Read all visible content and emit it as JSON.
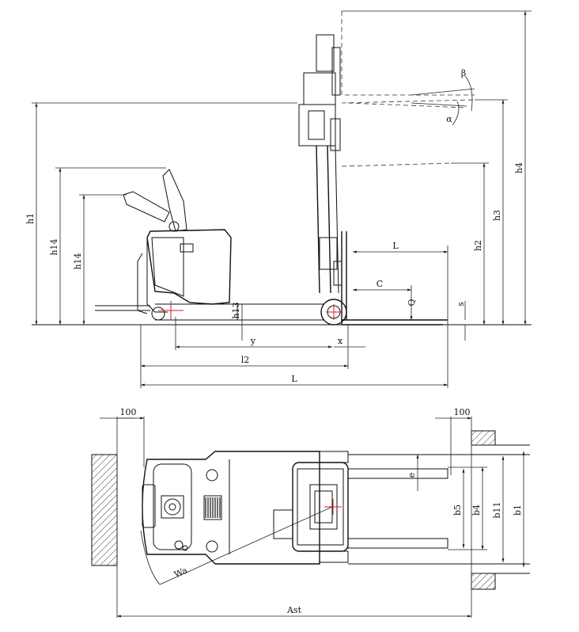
{
  "side_view": {
    "labels": {
      "h1": "h1",
      "h14_outer": "h14",
      "h14_inner": "h14",
      "h2": "h2",
      "h3": "h3",
      "h4": "h4",
      "h13": "h13",
      "L_top": "L",
      "C": "C",
      "Q": "Q",
      "s": "s",
      "y": "y",
      "x": "x",
      "l2": "l2",
      "L_bottom": "L",
      "alpha": "α",
      "beta": "β"
    }
  },
  "top_view": {
    "labels": {
      "clearance_left": "100",
      "clearance_right": "100",
      "e": "e",
      "b5": "b5",
      "b4": "b4",
      "b11": "b11",
      "b1": "b1",
      "Wa": "Wa",
      "Ast": "Ast"
    }
  },
  "colors": {
    "line": "#111111",
    "center_mark": "#d42020"
  }
}
